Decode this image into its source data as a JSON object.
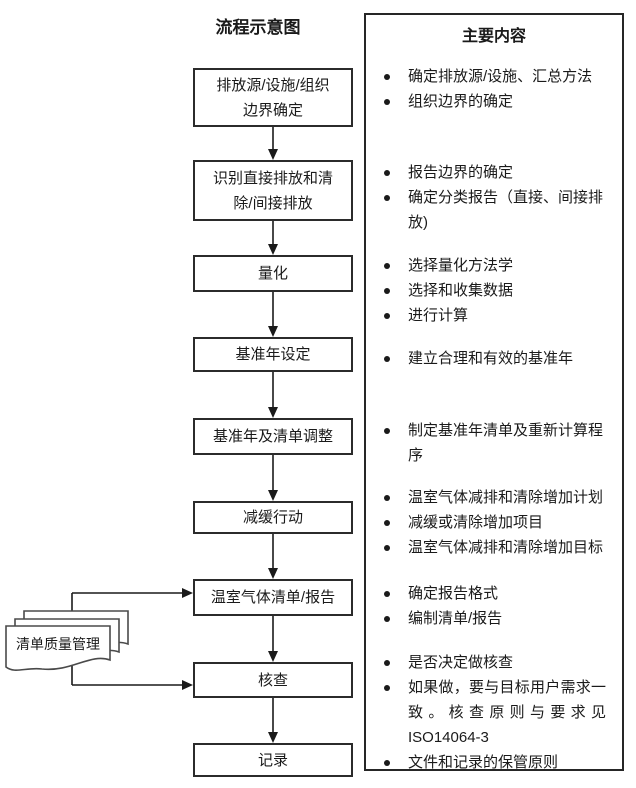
{
  "left_column": {
    "title": "流程示意图"
  },
  "right_panel": {
    "title": "主要内容"
  },
  "flow_boxes": [
    {
      "label": "排放源/设施/组织\n边界确定"
    },
    {
      "label": "识别直接排放和清\n除/间接排放"
    },
    {
      "label": "量化"
    },
    {
      "label": "基准年设定"
    },
    {
      "label": "基准年及清单调整"
    },
    {
      "label": "减缓行动"
    },
    {
      "label": "温室气体清单/报告"
    },
    {
      "label": "核查"
    },
    {
      "label": "记录"
    }
  ],
  "side_shape": {
    "label": "清单质量管理"
  },
  "sections": [
    {
      "items": [
        "确定排放源/设施、汇总方法",
        "组织边界的确定"
      ]
    },
    {
      "items": [
        "报告边界的确定",
        "确定分类报告（直接、间接排放)"
      ]
    },
    {
      "items": [
        "选择量化方法学",
        "选择和收集数据",
        "进行计算"
      ]
    },
    {
      "items": [
        "建立合理和有效的基准年"
      ]
    },
    {
      "items": [
        "制定基准年清单及重新计算程序"
      ]
    },
    {
      "items": [
        "温室气体减排和清除增加计划",
        "减缓或清除增加项目",
        "温室气体减排和清除增加目标"
      ]
    },
    {
      "items": [
        "确定报告格式",
        "编制清单/报告"
      ]
    },
    {
      "items": [
        "是否决定做核查",
        "如果做，要与目标用户需求一致。核查原则与要求见ISO14064-3",
        "文件和记录的保管原则"
      ]
    }
  ],
  "colors": {
    "line": "#1a1a1a",
    "box_border": "#2b2b2b",
    "page_stroke": "#4a4a4a",
    "background": "#ffffff"
  }
}
